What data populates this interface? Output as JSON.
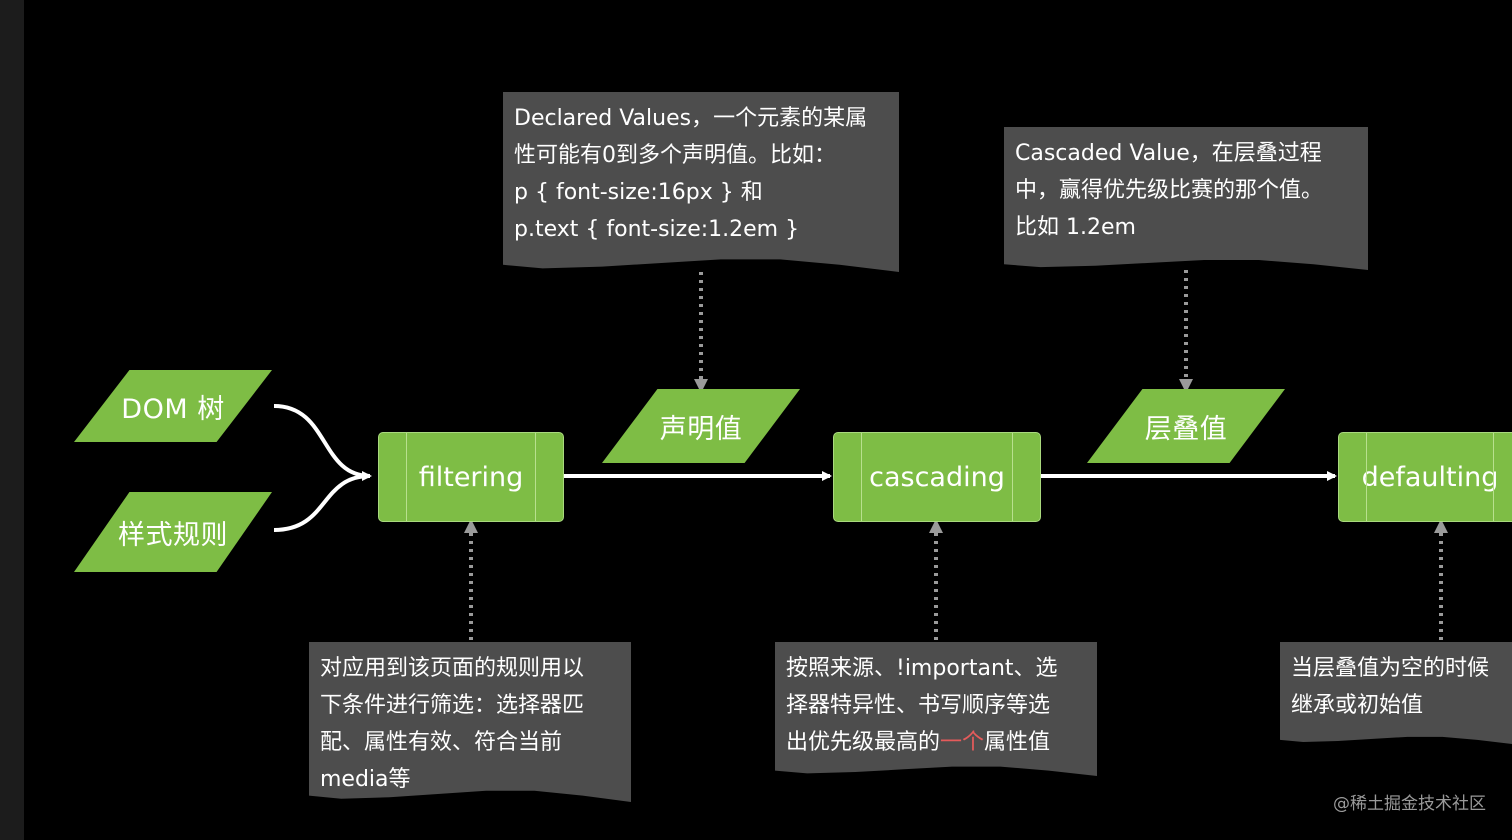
{
  "inputs": {
    "dom_tree": "DOM 树",
    "style_rules": "样式规则"
  },
  "stages": {
    "filtering": "filtering",
    "cascading": "cascading",
    "defaulting": "defaulting"
  },
  "values": {
    "declared": "声明值",
    "cascaded": "层叠值"
  },
  "notes": {
    "declared_lines": [
      "Declared Values，一个元素的某属",
      "性可能有0到多个声明值。比如：",
      "p { font-size:16px } 和",
      "p.text { font-size:1.2em }"
    ],
    "cascaded_lines": [
      "Cascaded Value，在层叠过程",
      "中，赢得优先级比赛的那个值。",
      "比如 1.2em"
    ],
    "filtering_lines": [
      "对应用到该页面的规则用以",
      "下条件进行筛选：选择器匹",
      "配、属性有效、符合当前",
      "media等"
    ],
    "cascading_lines": [
      "按照来源、!important、选",
      "择器特异性、书写顺序等选"
    ],
    "cascading_last": {
      "before": "出优先级最高的",
      "highlight": "一个",
      "after": "属性值"
    },
    "defaulting_lines": [
      "当层叠值为空的时候",
      "继承或初始值"
    ]
  },
  "watermark": "@稀土掘金技术社区",
  "colors": {
    "node_green": "#7ebd45",
    "note_gray": "#4d4d4d",
    "highlight_red": "#e55b5b",
    "background": "#000000"
  }
}
